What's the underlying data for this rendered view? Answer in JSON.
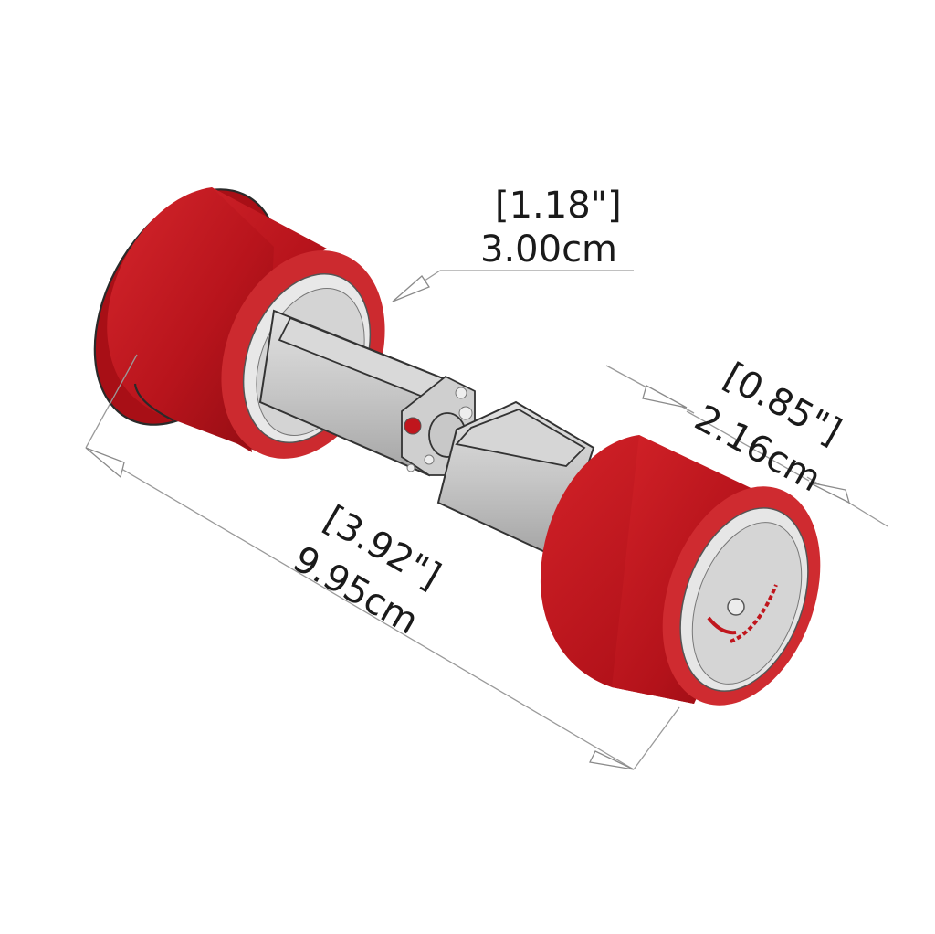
{
  "colors": {
    "wheel_red": "#b8141c",
    "wheel_face": "#d12d31",
    "motor_gray": "#c9c9c9",
    "hub_gray": "#dedede",
    "dimension_line": "#9a9a9a",
    "text": "#1a1a1a"
  },
  "dimensions": {
    "wheel_diameter": {
      "inches": "[1.18\"]",
      "cm": "3.00cm"
    },
    "wheel_width": {
      "inches": "[0.85\"]",
      "cm": "2.16cm"
    },
    "overall_length": {
      "inches": "[3.92\"]",
      "cm": "9.95cm"
    }
  }
}
